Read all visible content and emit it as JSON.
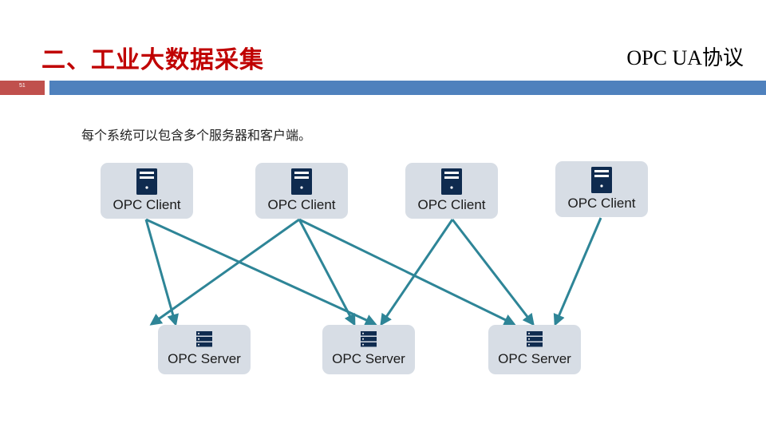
{
  "slide": {
    "title": "二、工业大数据采集",
    "subject": "OPC UA协议",
    "page_number": "51",
    "intro": "每个系统可以包含多个服务器和客户端。"
  },
  "diagram": {
    "clients": [
      {
        "label": "OPC Client",
        "icon": "server-tower-icon"
      },
      {
        "label": "OPC Client",
        "icon": "server-tower-icon"
      },
      {
        "label": "OPC Client",
        "icon": "server-tower-icon"
      },
      {
        "label": "OPC Client",
        "icon": "server-tower-icon"
      }
    ],
    "servers": [
      {
        "label": "OPC Server",
        "icon": "server-rack-icon"
      },
      {
        "label": "OPC Server",
        "icon": "server-rack-icon"
      },
      {
        "label": "OPC Server",
        "icon": "server-rack-icon"
      }
    ],
    "connections": [
      {
        "from_client": 0,
        "to_server": 0
      },
      {
        "from_client": 0,
        "to_server": 1
      },
      {
        "from_client": 1,
        "to_server": 0
      },
      {
        "from_client": 1,
        "to_server": 1
      },
      {
        "from_client": 1,
        "to_server": 2
      },
      {
        "from_client": 2,
        "to_server": 1
      },
      {
        "from_client": 2,
        "to_server": 2
      },
      {
        "from_client": 3,
        "to_server": 2
      }
    ],
    "colors": {
      "arrow": "#2e8597",
      "node_fill": "#d7dde5",
      "icon": "#0f2b4f",
      "title": "#c00000",
      "header_bar": "#4f81bd",
      "page_number_box": "#c0504d"
    }
  }
}
